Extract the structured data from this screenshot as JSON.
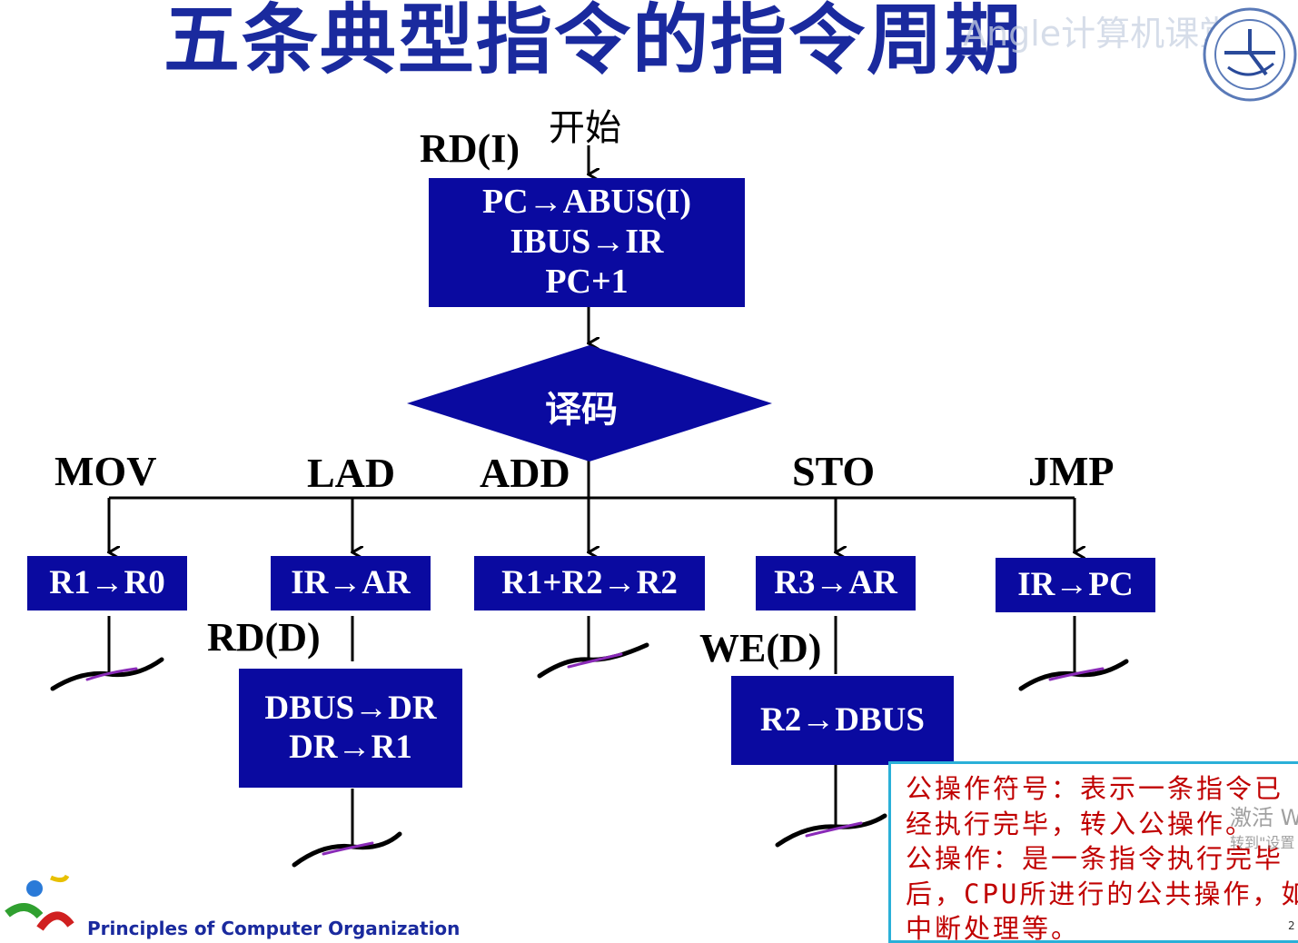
{
  "title": "五条典型指令的指令周期",
  "watermark": "Angle计算机课堂",
  "flow": {
    "start_label": "开始",
    "fetch_signal": "RD(I)",
    "fetch_box": [
      "PC→ABUS(I)",
      "IBUS→IR",
      "PC+1"
    ],
    "decode_label": "译码",
    "branches": [
      {
        "opcode": "MOV",
        "box": "R1→R0"
      },
      {
        "opcode": "LAD",
        "box": "IR→AR",
        "signal": "RD(D)",
        "box2": [
          "DBUS→DR",
          "DR→R1"
        ]
      },
      {
        "opcode": "ADD",
        "box": "R1+R2→R2"
      },
      {
        "opcode": "STO",
        "box": "R3→AR",
        "signal": "WE(D)",
        "box2": [
          "R2→DBUS"
        ]
      },
      {
        "opcode": "JMP",
        "box": "IR→PC"
      }
    ]
  },
  "note": {
    "lines": [
      "公操作符号：表示一条指令已",
      "经执行完毕，转入公操作。",
      "公操作：是一条指令执行完毕",
      "后，CPU所进行的公共操作，如",
      "中断处理等。"
    ]
  },
  "footer": "Principles of Computer Organization",
  "os_watermark": {
    "line1": "激活 W",
    "line2": "转到\"设置"
  },
  "page_number": "2",
  "colors": {
    "title": "#1a2a9e",
    "box": "#0a0aa0",
    "note_text": "#c00000",
    "note_border": "#2ab0d8"
  }
}
